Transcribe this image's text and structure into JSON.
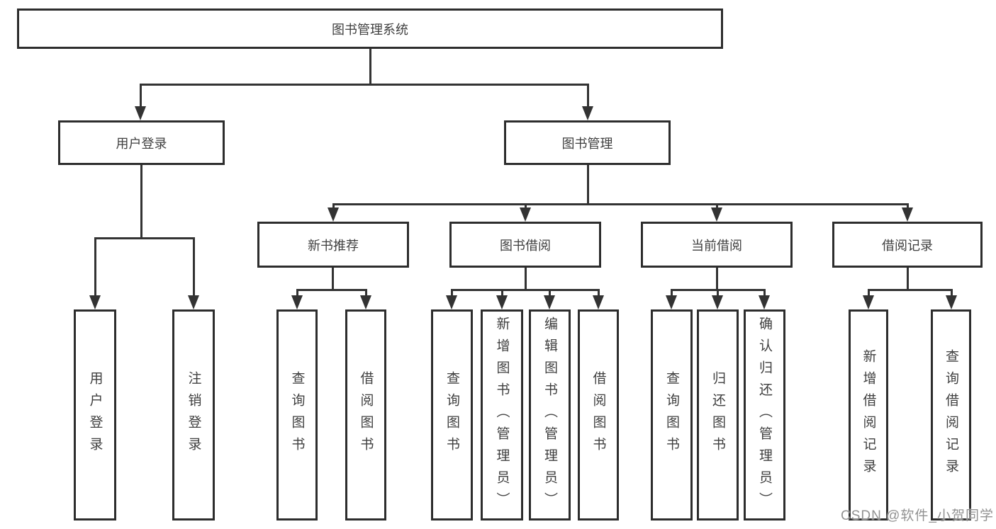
{
  "diagram": {
    "root": {
      "label": "图书管理系统"
    },
    "branches": [
      {
        "label": "用户登录",
        "children": [
          {
            "label": "用户登录"
          },
          {
            "label": "注销登录"
          }
        ]
      },
      {
        "label": "图书管理",
        "children": [
          {
            "label": "新书推荐",
            "children": [
              {
                "label": "查询图书"
              },
              {
                "label": "借阅图书"
              }
            ]
          },
          {
            "label": "图书借阅",
            "children": [
              {
                "label": "查询图书"
              },
              {
                "label": "新增图书（管理员）"
              },
              {
                "label": "编辑图书（管理员）"
              },
              {
                "label": "借阅图书"
              }
            ]
          },
          {
            "label": "当前借阅",
            "children": [
              {
                "label": "查询图书"
              },
              {
                "label": "归还图书"
              },
              {
                "label": "确认归还（管理员）"
              }
            ]
          },
          {
            "label": "借阅记录",
            "children": [
              {
                "label": "新增借阅记录"
              },
              {
                "label": "查询借阅记录"
              }
            ]
          }
        ]
      }
    ]
  },
  "watermark": {
    "text": "CSDN @软件_小贺同学"
  },
  "colors": {
    "line": "#333333",
    "box_border": "#2d2d2d",
    "text": "#3f3f3f",
    "watermark": "#929292",
    "background": "#ffffff"
  }
}
